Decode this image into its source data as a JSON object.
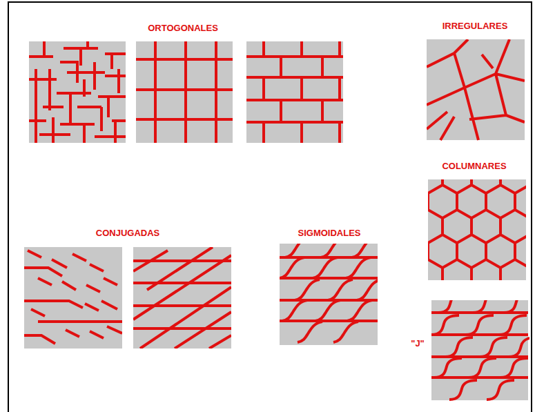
{
  "diagram": {
    "labels": [
      "ORTOGONALES",
      "IRREGULARES",
      "COLUMNARES",
      "CONJUGADAS",
      "SIGMOIDALES",
      "\"J\""
    ]
  }
}
